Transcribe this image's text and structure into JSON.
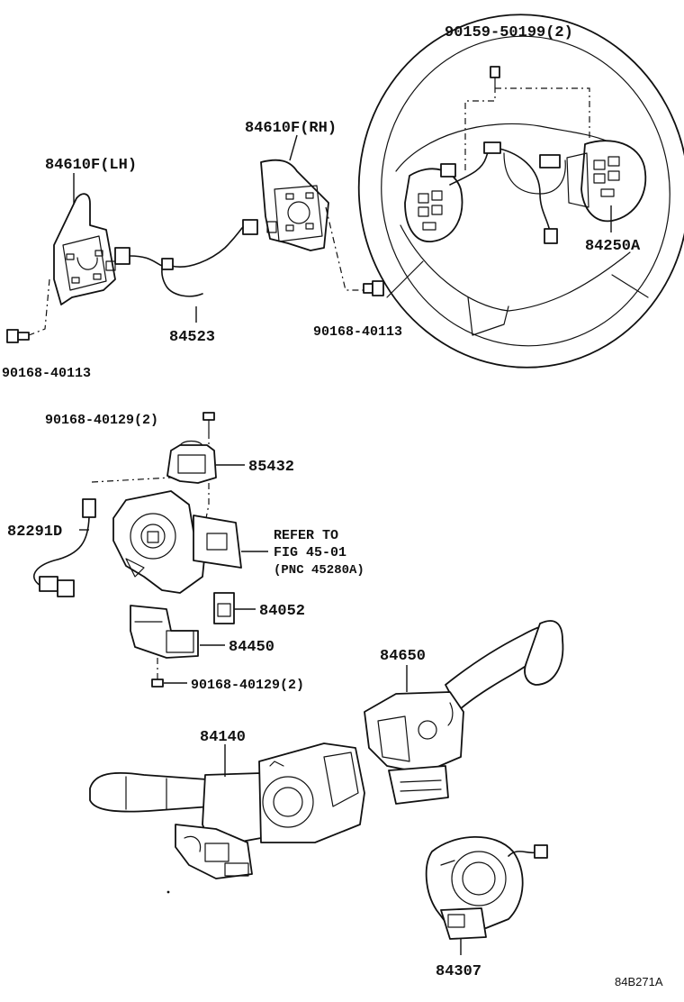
{
  "labels": {
    "p90159_50199": "90159-50199(2)",
    "p84610f_rh": "84610F(RH)",
    "p84610f_lh": "84610F(LH)",
    "p84250a": "84250A",
    "p84523": "84523",
    "p90168_40113_rh": "90168-40113",
    "p90168_40113_lh": "90168-40113",
    "p90168_40129_top": "90168-40129(2)",
    "p85432": "85432",
    "p82291d": "82291D",
    "refer_line1": "REFER TO",
    "refer_line2": "FIG 45-01",
    "refer_line3": "(PNC 45280A)",
    "p84052": "84052",
    "p84450": "84450",
    "p90168_40129_bottom": "90168-40129(2)",
    "p84650": "84650",
    "p84140": "84140",
    "p84307": "84307",
    "figure_code": "84B271A"
  }
}
